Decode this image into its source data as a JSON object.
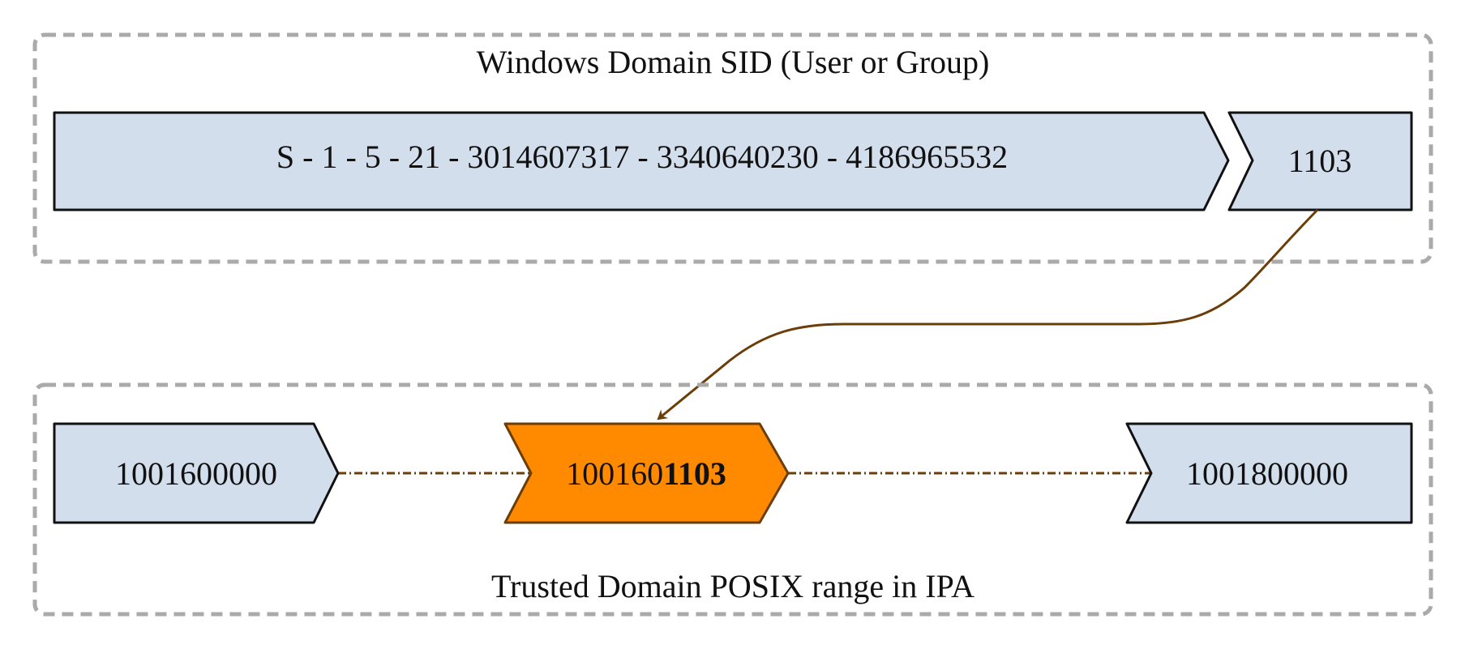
{
  "sid_group": {
    "title": "Windows Domain SID (User or Group)",
    "sid_prefix": "S - 1 - 5 - 21 - 3014607317 - 3340640230 - 4186965532",
    "rid": "1103"
  },
  "posix_group": {
    "title": "Trusted Domain POSIX range in IPA",
    "range_start": "1001600000",
    "mapped_id_prefix": "100160",
    "mapped_id_suffix": "1103",
    "range_end": "1001800000"
  },
  "colors": {
    "box_fill": "#d3deec",
    "highlight_fill": "#ff8a00",
    "arrow": "#6b3d08",
    "dashed_border": "#aaaaaa"
  }
}
